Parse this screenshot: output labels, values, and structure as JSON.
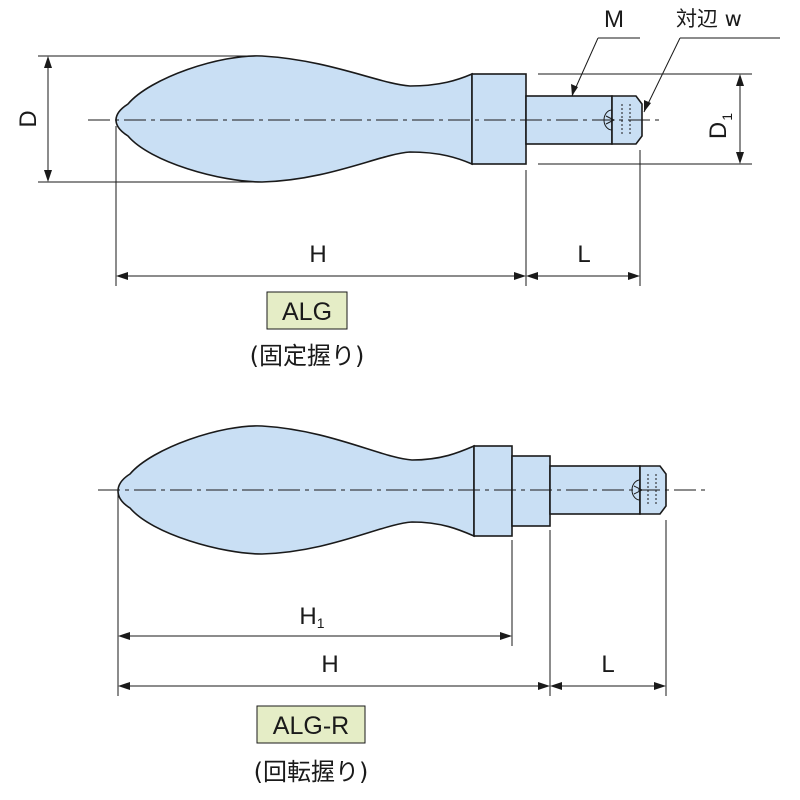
{
  "labels": {
    "top_M": "M",
    "top_across_flats": "対辺 w",
    "top_D": "D",
    "top_D1_main": "D",
    "top_D1_sub": "1",
    "top_H": "H",
    "top_L": "L",
    "bottom_H1_main": "H",
    "bottom_H1_sub": "1",
    "bottom_H": "H",
    "bottom_L": "L"
  },
  "models": [
    {
      "code": "ALG",
      "caption": "(固定握り)"
    },
    {
      "code": "ALG-R",
      "caption": "(回転握り)"
    }
  ],
  "colors": {
    "part_fill": "#c9dff4",
    "tag_fill": "#e5edc6",
    "line": "#1a1a1a"
  }
}
